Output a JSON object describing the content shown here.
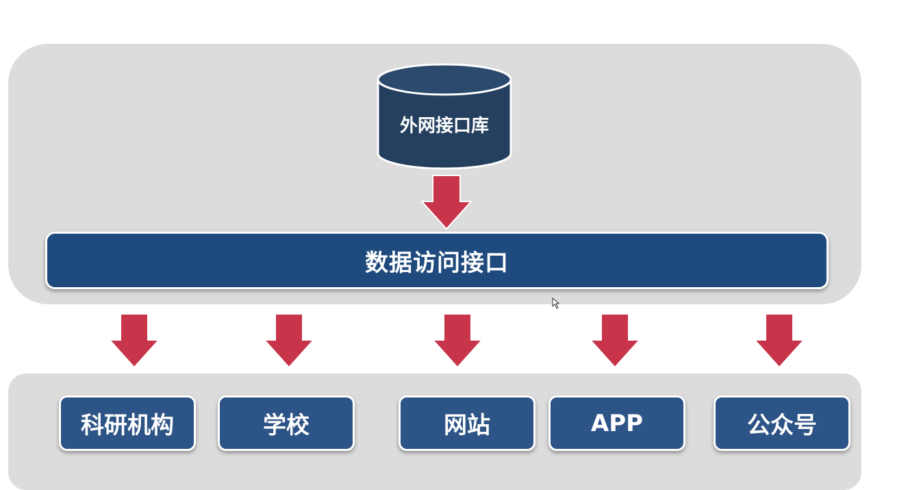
{
  "source": {
    "label": "外网接口库",
    "icon": "database-icon"
  },
  "interface": {
    "label": "数据访问接口"
  },
  "consumers": [
    {
      "label": "科研机构"
    },
    {
      "label": "学校"
    },
    {
      "label": "网站"
    },
    {
      "label": "APP"
    },
    {
      "label": "公众号"
    }
  ],
  "colors": {
    "panel": "#dcdcdc",
    "database": "#25405f",
    "interface_bar": "#1f4a7d",
    "consumer_box": "#2d5486",
    "arrow": "#c8354a",
    "text": "#ffffff"
  }
}
